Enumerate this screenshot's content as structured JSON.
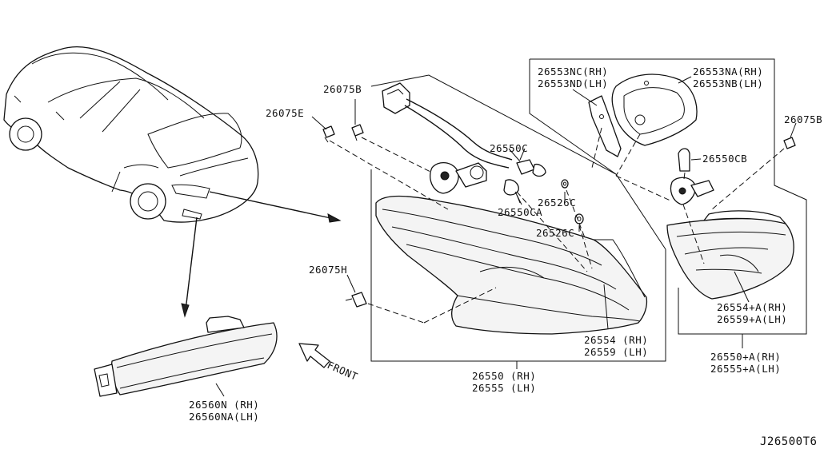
{
  "labels": {
    "p26075B_left": "26075B",
    "p26075E": "26075E",
    "p26075B_right": "26075B",
    "p26075H": "26075H",
    "p26553NC": "26553NC(RH)",
    "p26553ND": "26553ND(LH)",
    "p26553NA": "26553NA(RH)",
    "p26553NB": "26553NB(LH)",
    "p26550C": "26550C",
    "p26550CA": "26550CA",
    "p26550CB": "26550CB",
    "p26526C_upper": "26526C",
    "p26526C_lower": "26526C",
    "p26554_rh": "26554 (RH)",
    "p26559_lh": "26559 (LH)",
    "p26550_rh": "26550 (RH)",
    "p26555_lh": "26555 (LH)",
    "p26554A_rh": "26554+A(RH)",
    "p26559A_lh": "26559+A(LH)",
    "p26550A_rh": "26550+A(RH)",
    "p26555A_lh": "26555+A(LH)",
    "p26560N_rh": "26560N  (RH)",
    "p26560NA_lh": "26560NA(LH)",
    "front": "FRONT",
    "diagram_id": "J26500T6"
  },
  "icons": [
    "car-outline-icon",
    "front-arrow-icon"
  ]
}
